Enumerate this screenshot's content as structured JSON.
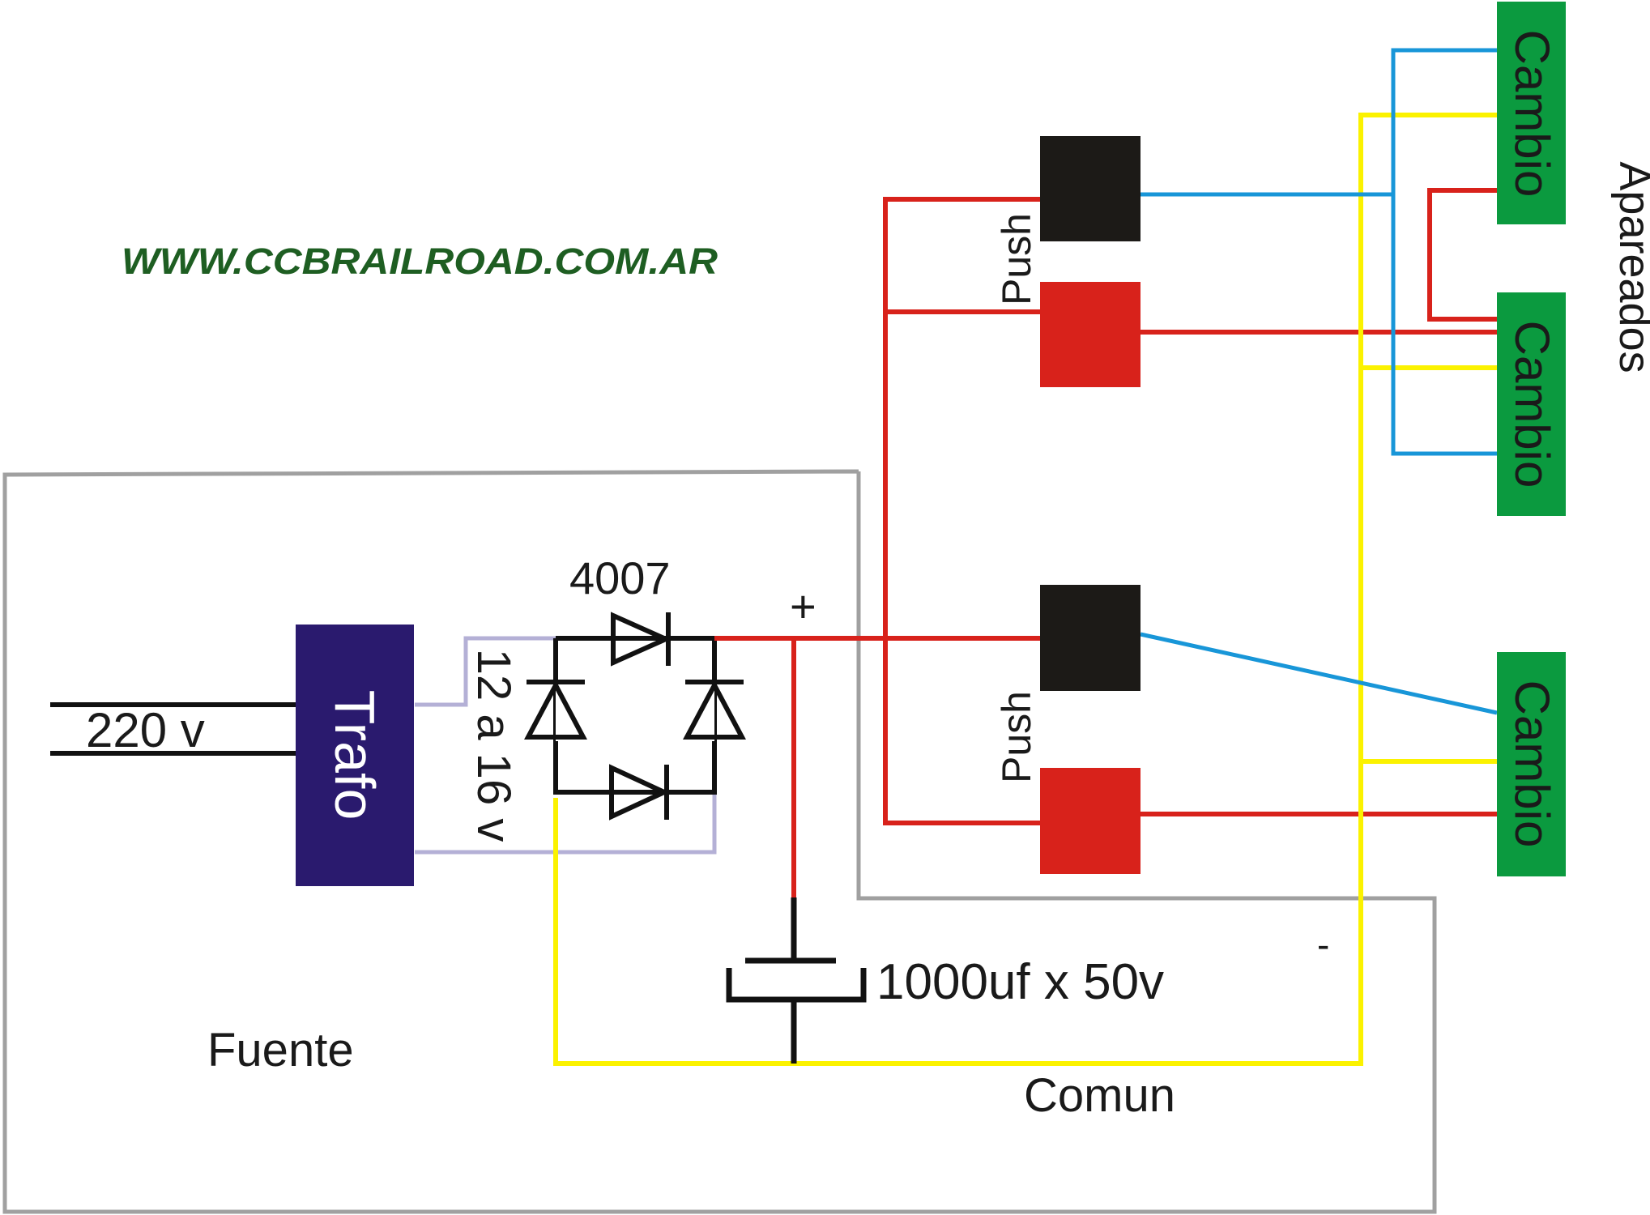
{
  "website_url": "WWW.CCBRAILROAD.COM.AR",
  "labels": {
    "input_voltage": "220 v",
    "transformer": "Trafo",
    "secondary_voltage": "12 a 16 v",
    "diode_part": "4007",
    "plus": "+",
    "minus": "-",
    "capacitor": "1000uf x 50v",
    "power_supply": "Fuente",
    "common": "Comun",
    "push_1": "Push",
    "push_2": "Push",
    "paired": "Apareados",
    "switch_1": "Cambio",
    "switch_2": "Cambio",
    "switch_3": "Cambio"
  },
  "colors": {
    "wire_red": "#d8221b",
    "wire_yellow": "#fbf200",
    "wire_blue": "#1896d8",
    "wire_lavender": "#b4b0d6",
    "box_gray": "#a0a0a0",
    "transformer_fill": "#2a1a6e",
    "switch_fill": "#0b9a3f",
    "button_black": "#1c1a17",
    "button_red": "#d8221b",
    "url_text": "#1e5e22"
  }
}
